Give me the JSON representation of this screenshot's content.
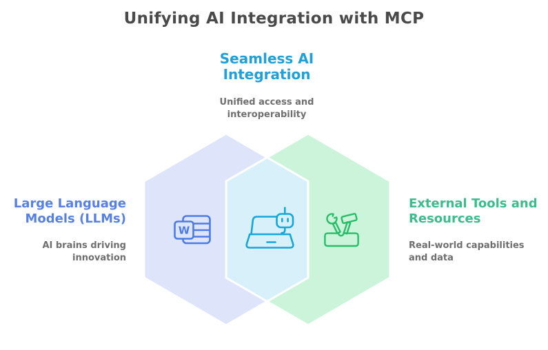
{
  "title": "Unifying AI Integration with MCP",
  "center_label": {
    "heading": "Seamless AI\nIntegration",
    "subtitle": "Unified access and\ninteroperability"
  },
  "left_label": {
    "heading": "Large Language\nModels (LLMs)",
    "subtitle": "AI brains driving\ninnovation"
  },
  "right_label": {
    "heading": "External Tools and\nResources",
    "subtitle": "Real-world capabilities\nand data"
  },
  "icons": {
    "left": "word-document-icon",
    "center": "laptop-robot-icon",
    "right": "toolbox-icon",
    "word_letter": "W"
  },
  "colors": {
    "title_text": "#4a4a4a",
    "center_heading": "#209fd8",
    "left_heading": "#5680e4",
    "right_heading": "#3cbb8c",
    "subtitle_text": "#6e6e6e",
    "hex_left_fill": "#dee5fb",
    "hex_right_fill": "#cbf4db",
    "hex_overlap_fill": "#d7f0fa",
    "hex_border": "#ffffff",
    "icon_word": "#4b7be5",
    "icon_laptop": "#16a6da",
    "icon_toolbox": "#27be67"
  }
}
